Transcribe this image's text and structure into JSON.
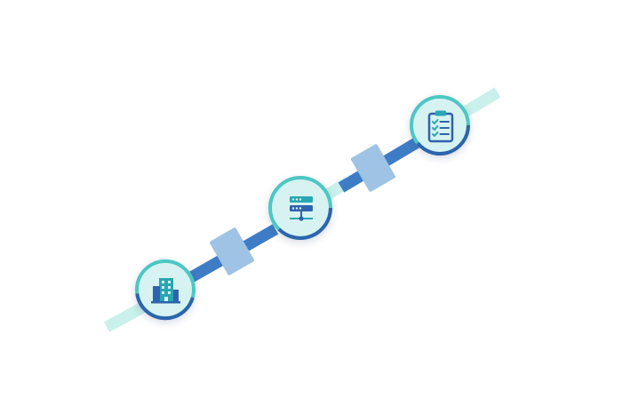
{
  "colors": {
    "background": "#ffffff",
    "track_light": "#c9f0ea",
    "track_dark": "#3e7cc6",
    "connector_block": "#9ec3e4",
    "node_ring_teal": "#4ec7c3",
    "node_ring_blue": "#2f63ad",
    "node_fill": "#d6f3f1",
    "icon_primary": "#2aa6b3",
    "icon_secondary": "#2f63ad"
  },
  "nodes": [
    {
      "id": "building",
      "icon": "office-building-icon"
    },
    {
      "id": "server",
      "icon": "server-network-icon"
    },
    {
      "id": "clipboard",
      "icon": "checklist-clipboard-icon"
    }
  ],
  "connectors": [
    {
      "from": "building",
      "to": "server"
    },
    {
      "from": "server",
      "to": "clipboard"
    }
  ]
}
